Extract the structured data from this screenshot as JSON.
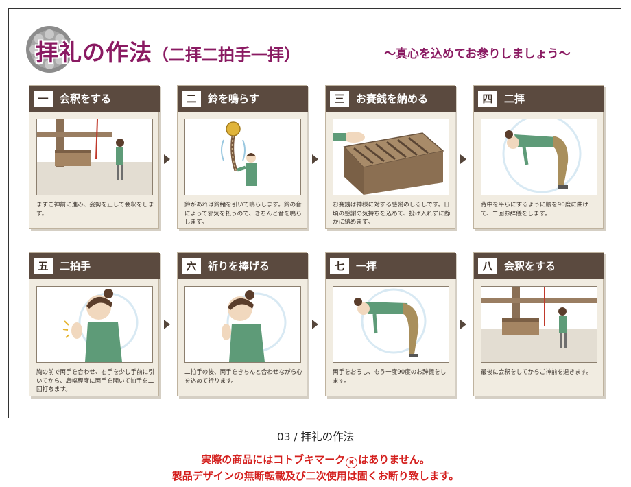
{
  "title": {
    "main": "拝礼の作法",
    "paren": "（二拝二拍手一拝）",
    "subtitle": "〜真心を込めてお参りしましょう〜"
  },
  "colors": {
    "title": "#8a1a62",
    "header": "#5b4a3f",
    "card_bg": "#f1ece1",
    "notice": "#d4201e"
  },
  "steps": [
    {
      "num": "一",
      "title": "会釈をする",
      "desc": "まずご神前に進み、姿勢を正して会釈をします。"
    },
    {
      "num": "二",
      "title": "鈴を鳴らす",
      "desc": "鈴があれば鈴緒を引いて鳴らします。鈴の音によって邪気を払うので、きちんと音を鳴らします。"
    },
    {
      "num": "三",
      "title": "お賽銭を納める",
      "desc": "お賽銭は神様に対する感謝のしるしです。日頃の感謝の気持ちを込めて、投げ入れずに静かに納めます。"
    },
    {
      "num": "四",
      "title": "二拝",
      "desc": "背中を平らにするように腰を90度に曲げて、二回お辞儀をします。"
    },
    {
      "num": "五",
      "title": "二拍手",
      "desc": "胸の前で両手を合わせ、右手を少し手前に引いてから、肩幅程度に両手を開いて拍手を二回打ちます。"
    },
    {
      "num": "六",
      "title": "祈りを捧げる",
      "desc": "二拍手の後、両手をきちんと合わせながら心を込めて祈ります。"
    },
    {
      "num": "七",
      "title": "一拝",
      "desc": "両手をおろし、もう一度90度のお辞儀をします。"
    },
    {
      "num": "八",
      "title": "会釈をする",
      "desc": "最後に会釈をしてからご神前を退きます。"
    }
  ],
  "caption": "03 / 拝礼の作法",
  "notice": {
    "line1_a": "実際の商品にはコトブキマーク",
    "mark": "K",
    "line1_b": "はありません。",
    "line2": "製品デザインの無断転載及び二次使用は固くお断り致します。"
  }
}
